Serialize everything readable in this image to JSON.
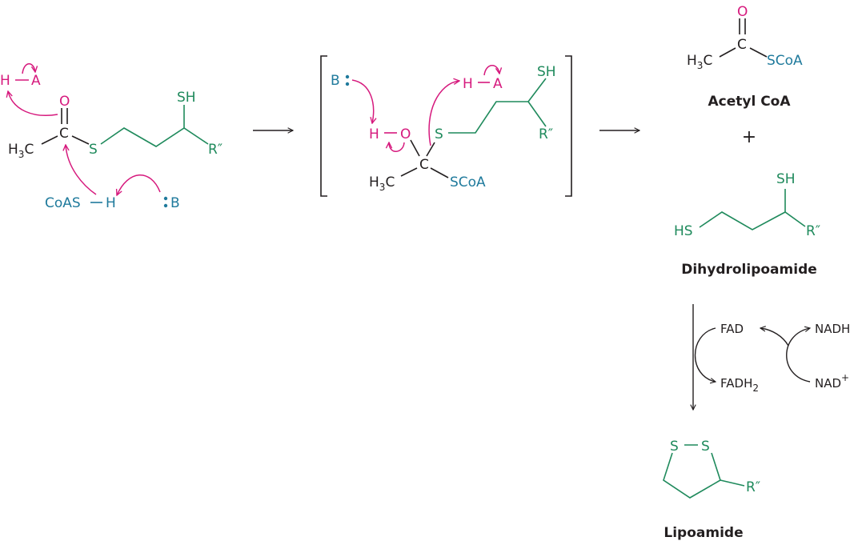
{
  "colors": {
    "black": "#231f20",
    "green": "#1f8a5c",
    "magenta": "#d6197d",
    "blue": "#1f7a9c"
  },
  "reactant": {
    "acid_h": "H",
    "acid_a": "A",
    "oxygen": "O",
    "carbon": "C",
    "methyl_h": "H",
    "methyl_sub": "3",
    "methyl_c": "C",
    "thioester_s": "S",
    "sh": "SH",
    "r_group": "R″",
    "coas": "CoAS",
    "coas_h": "H",
    "base": "B"
  },
  "intermediate": {
    "base": "B",
    "hydroxyl_h": "H",
    "hydroxyl_o": "O",
    "carbon": "C",
    "methyl_h": "H",
    "methyl_sub": "3",
    "methyl_c": "C",
    "scoa": "SCoA",
    "s": "S",
    "acid_h": "H",
    "acid_a": "A",
    "sh": "SH",
    "r_group": "R″"
  },
  "acetyl_coa": {
    "oxygen": "O",
    "carbon": "C",
    "methyl_h": "H",
    "methyl_sub": "3",
    "methyl_c": "C",
    "scoa": "SCoA",
    "name": "Acetyl CoA"
  },
  "plus": "+",
  "dihydrolipoamide": {
    "sh": "SH",
    "hs": "HS",
    "r_group": "R″",
    "name": "Dihydrolipoamide"
  },
  "redox": {
    "fad": "FAD",
    "fadh2_main": "FADH",
    "fadh2_sub": "2",
    "nadh": "NADH",
    "nad_main": "NAD",
    "nad_sup": "+"
  },
  "lipoamide": {
    "s1": "S",
    "s2": "S",
    "r_group": "R″",
    "name": "Lipoamide"
  }
}
